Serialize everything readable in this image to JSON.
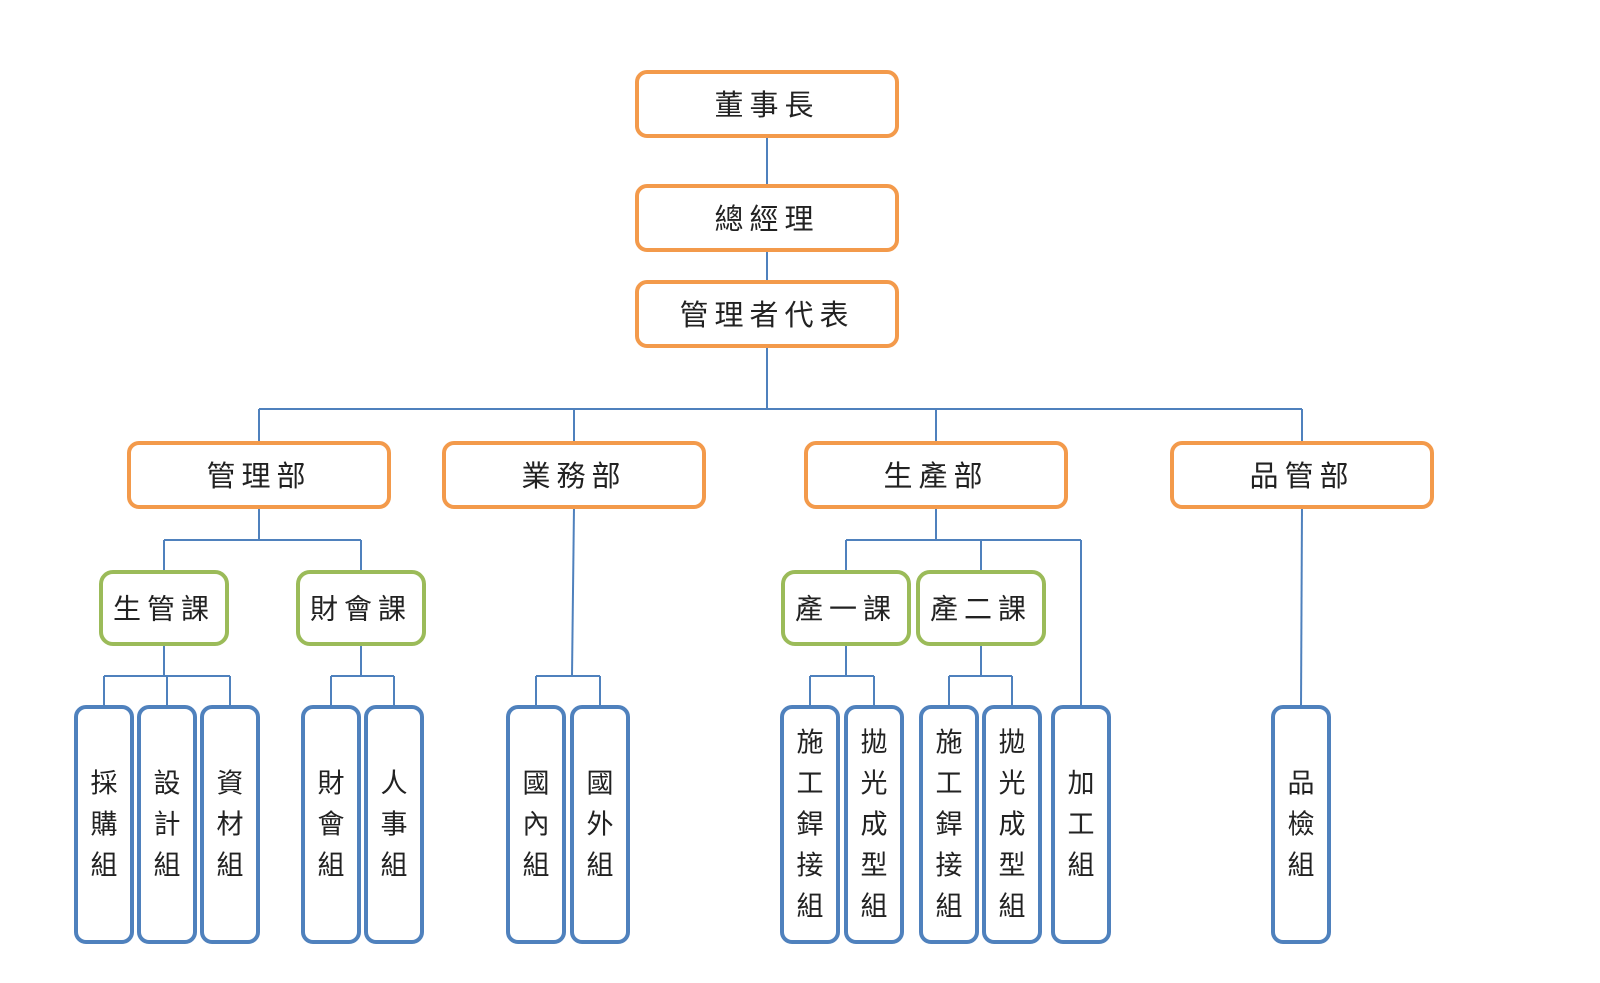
{
  "colors": {
    "executive": "#F39A4B",
    "department": "#F39A4B",
    "section": "#9BBB59",
    "group": "#4F81BD",
    "connector": "#4F81BD",
    "text": "#222222"
  },
  "org_chart": {
    "executives": [
      {
        "id": "chairman",
        "label": "董事長"
      },
      {
        "id": "general_manager",
        "label": "總經理"
      },
      {
        "id": "management_rep",
        "label": "管理者代表"
      }
    ],
    "departments": [
      {
        "id": "admin",
        "label": "管理部"
      },
      {
        "id": "sales",
        "label": "業務部"
      },
      {
        "id": "production",
        "label": "生產部"
      },
      {
        "id": "qc",
        "label": "品管部"
      }
    ],
    "sections": [
      {
        "id": "prod_mgmt",
        "label": "生管課",
        "department": "admin"
      },
      {
        "id": "finance",
        "label": "財會課",
        "department": "admin"
      },
      {
        "id": "prod1",
        "label": "產一課",
        "department": "production"
      },
      {
        "id": "prod2",
        "label": "產二課",
        "department": "production"
      }
    ],
    "groups": [
      {
        "id": "purchasing",
        "label": "採購組",
        "parent": "prod_mgmt"
      },
      {
        "id": "design",
        "label": "設計組",
        "parent": "prod_mgmt"
      },
      {
        "id": "materials",
        "label": "資材組",
        "parent": "prod_mgmt"
      },
      {
        "id": "accounting",
        "label": "財會組",
        "parent": "finance"
      },
      {
        "id": "hr",
        "label": "人事組",
        "parent": "finance"
      },
      {
        "id": "domestic",
        "label": "國內組",
        "parent": "sales"
      },
      {
        "id": "overseas",
        "label": "國外組",
        "parent": "sales"
      },
      {
        "id": "weld1",
        "label": "施工銲接組",
        "parent": "prod1"
      },
      {
        "id": "polish1",
        "label": "拋光成型組",
        "parent": "prod1"
      },
      {
        "id": "weld2",
        "label": "施工銲接組",
        "parent": "prod2"
      },
      {
        "id": "polish2",
        "label": "拋光成型組",
        "parent": "prod2"
      },
      {
        "id": "processing",
        "label": "加工組",
        "parent": "production"
      },
      {
        "id": "inspection",
        "label": "品檢組",
        "parent": "qc"
      }
    ]
  }
}
